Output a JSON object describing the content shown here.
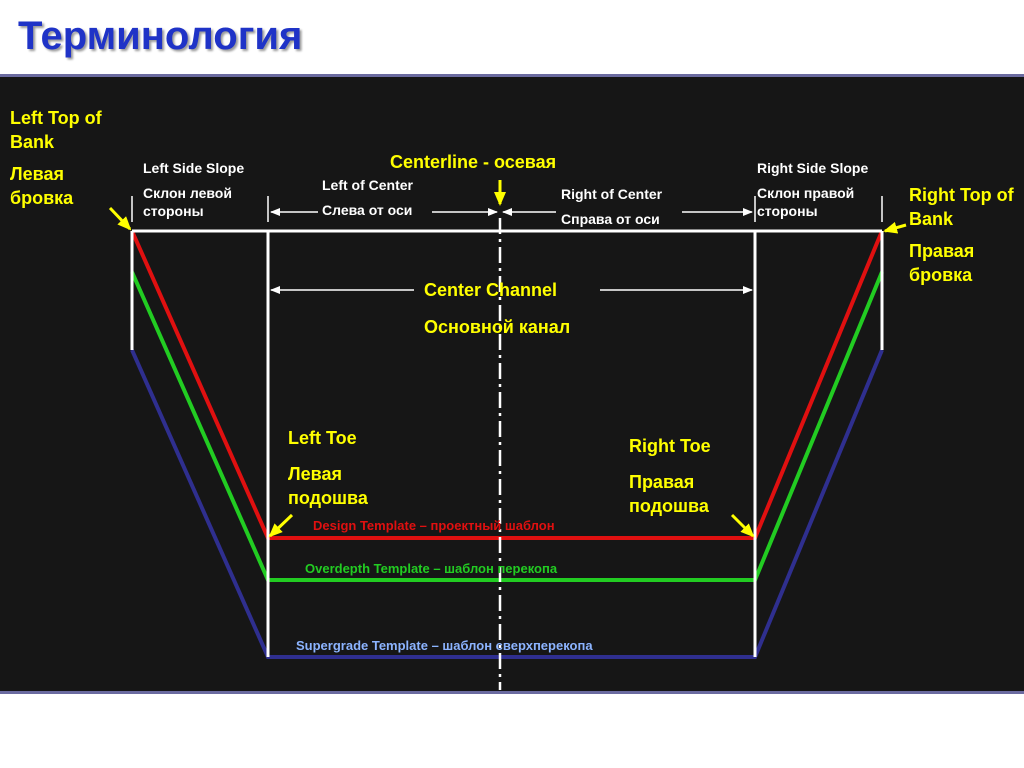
{
  "title": "Терминология",
  "labels": {
    "left_top_of_bank_en": "Left Top of Bank",
    "left_top_of_bank_ru": "Левая бровка",
    "right_top_of_bank_en": "Right Top of Bank",
    "right_top_of_bank_ru": "Правая бровка",
    "left_side_slope_en": "Left Side Slope",
    "left_side_slope_ru": "Склон левой стороны",
    "right_side_slope_en": "Right Side Slope",
    "right_side_slope_ru": "Склон правой стороны",
    "centerline": "Centerline - осевая",
    "left_of_center_en": "Left of Center",
    "left_of_center_ru": "Слева от оси",
    "right_of_center_en": "Right of Center",
    "right_of_center_ru": "Справа от оси",
    "center_channel_en": "Center Channel",
    "center_channel_ru": "Основной канал",
    "left_toe_en": "Left Toe",
    "left_toe_ru": "Левая подошва",
    "right_toe_en": "Right Toe",
    "right_toe_ru": "Правая подошва",
    "design_template": "Design Template – проектный шаблон",
    "overdepth_template": "Overdepth Template – шаблон перекопа",
    "supergrade_template": "Supergrade Template – шаблон сверхперекопа"
  },
  "colors": {
    "title": "#1f33c7",
    "panel_background": "#161616",
    "annotation_yellow": "#ffff00",
    "design_line": "#e01010",
    "overdepth_line": "#22cc22",
    "supergrade_line": "#2f2f8f",
    "structure_white": "#ffffff"
  }
}
